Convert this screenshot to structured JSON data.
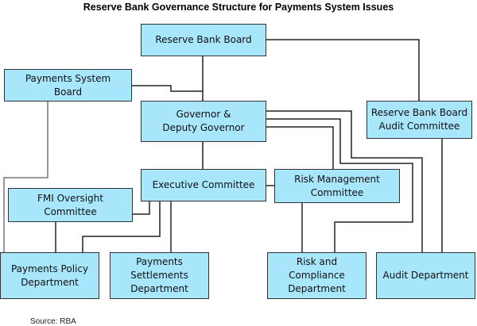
{
  "title": "Reserve Bank Governance Structure for Payments System Issues",
  "boxes": {
    "rbb": "Reserve Bank Board",
    "psb": "Payments System Board",
    "gov": "Governor & Deputy Governor",
    "audit_committee": "Reserve Bank Board Audit Committee",
    "exec": "Executive Committee",
    "risk_mgmt": "Risk Management Committee",
    "fmi": "FMI Oversight Committee",
    "policy": "Payments Policy Department",
    "settlements": "Payments Settlements Department",
    "compliance": "Risk and Compliance Department",
    "audit_dept": "Audit Department"
  },
  "source": "Source: RBA"
}
